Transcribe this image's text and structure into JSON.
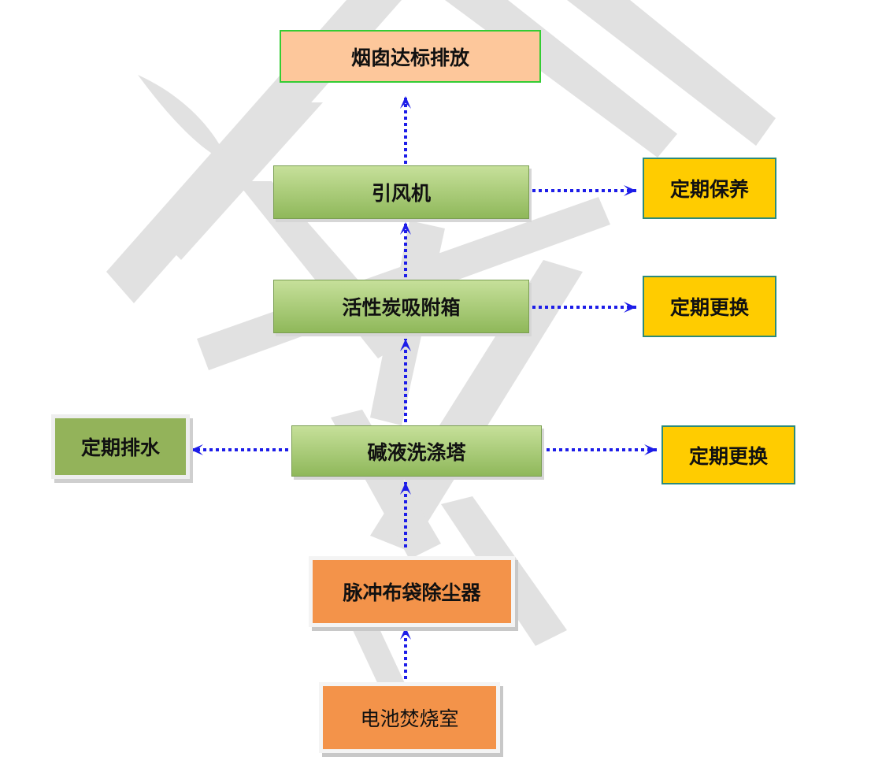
{
  "colors": {
    "arrow": "#1d1de8",
    "watermark": "#dcdcdc",
    "pink_box": "#fdc79b",
    "green_box_light": "#c6e09a",
    "green_box_dark": "#8fb85a",
    "yellow_box": "#ffcc00",
    "green_square": "#93b35a",
    "orange_box": "#f3934a"
  },
  "nodes": {
    "chimney": {
      "label": "烟囱达标排放",
      "style": "pink"
    },
    "fan": {
      "label": "引风机",
      "style": "green"
    },
    "carbon": {
      "label": "活性炭吸附箱",
      "style": "green"
    },
    "scrubber": {
      "label": "碱液洗涤塔",
      "style": "green"
    },
    "bag_filter": {
      "label": "脉冲布袋除尘器",
      "style": "orange"
    },
    "furnace": {
      "label": "电池焚烧室",
      "style": "orange"
    },
    "maint": {
      "label": "定期保养",
      "style": "yellow"
    },
    "replace_carbon": {
      "label": "定期更换",
      "style": "yellow"
    },
    "replace_scrubber": {
      "label": "定期更换",
      "style": "yellow"
    },
    "drain": {
      "label": "定期排水",
      "style": "green-square"
    }
  },
  "edges": [
    {
      "from": "furnace",
      "to": "bag_filter"
    },
    {
      "from": "bag_filter",
      "to": "scrubber"
    },
    {
      "from": "scrubber",
      "to": "carbon"
    },
    {
      "from": "carbon",
      "to": "fan"
    },
    {
      "from": "fan",
      "to": "chimney"
    },
    {
      "from": "fan",
      "to": "maint"
    },
    {
      "from": "carbon",
      "to": "replace_carbon"
    },
    {
      "from": "scrubber",
      "to": "replace_scrubber"
    },
    {
      "from": "scrubber",
      "to": "drain"
    }
  ]
}
